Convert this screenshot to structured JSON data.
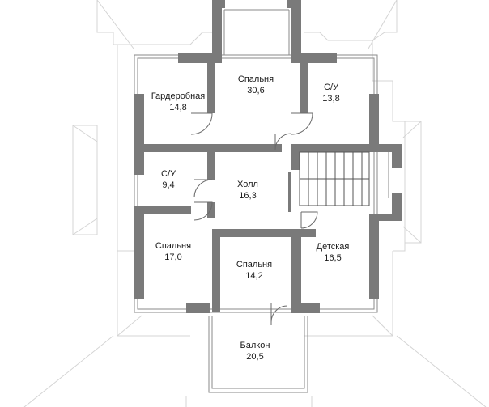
{
  "rooms": [
    {
      "id": "wardrobe",
      "name": "Гардеробная",
      "area": "14,8"
    },
    {
      "id": "bedroom-top",
      "name": "Спальня",
      "area": "30,6"
    },
    {
      "id": "bath-top",
      "name": "С/У",
      "area": "13,8"
    },
    {
      "id": "bath-left",
      "name": "С/У",
      "area": "9,4"
    },
    {
      "id": "hall",
      "name": "Холл",
      "area": "16,3"
    },
    {
      "id": "bedroom-left",
      "name": "Спальня",
      "area": "17,0"
    },
    {
      "id": "bedroom-center",
      "name": "Спальня",
      "area": "14,2"
    },
    {
      "id": "kids",
      "name": "Детская",
      "area": "16,5"
    },
    {
      "id": "balcony",
      "name": "Балкон",
      "area": "20,5"
    }
  ]
}
